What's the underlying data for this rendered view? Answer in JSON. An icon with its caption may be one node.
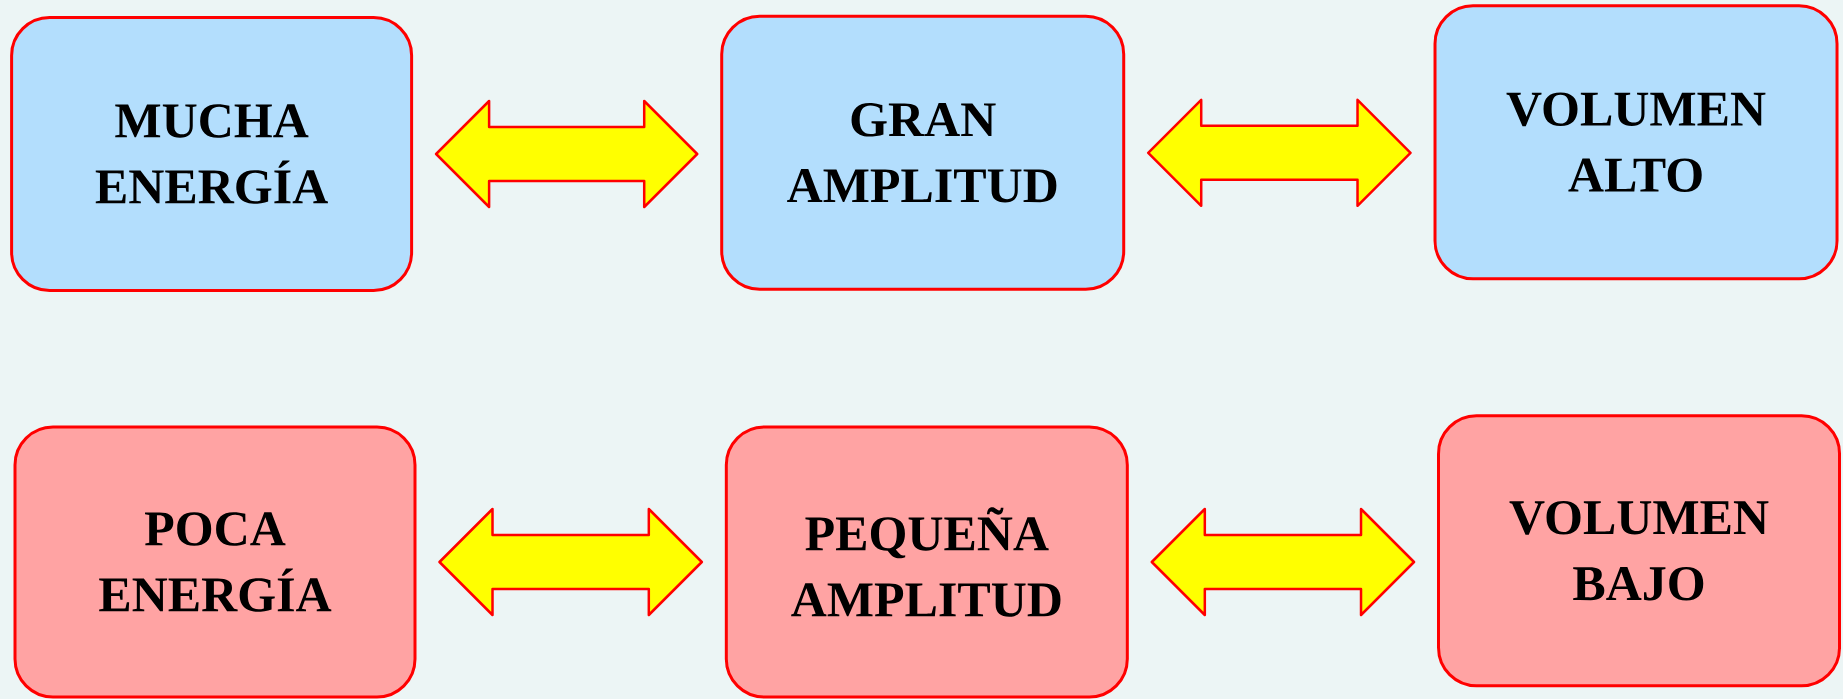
{
  "diagram": {
    "nodes": [
      {
        "text": [
          "MUCHA ENERGÍA"
        ]
      },
      {
        "text": [
          "GRAN AMPLITUD"
        ]
      },
      {
        "text": [
          "VOLUMEN ALTO"
        ]
      },
      {
        "text": [
          "POCA ENERGÍA"
        ]
      },
      {
        "text": [
          "PEQUEÑA AMPLITUD"
        ]
      },
      {
        "text": [
          "VOLUMEN BAJO"
        ]
      }
    ],
    "edges": [
      {
        "from": 0,
        "to": 1,
        "arrow": "both"
      },
      {
        "from": 1,
        "to": 2,
        "arrow": "both"
      },
      {
        "from": 3,
        "to": 4,
        "arrow": "both"
      },
      {
        "from": 4,
        "to": 5,
        "arrow": "both"
      }
    ]
  }
}
